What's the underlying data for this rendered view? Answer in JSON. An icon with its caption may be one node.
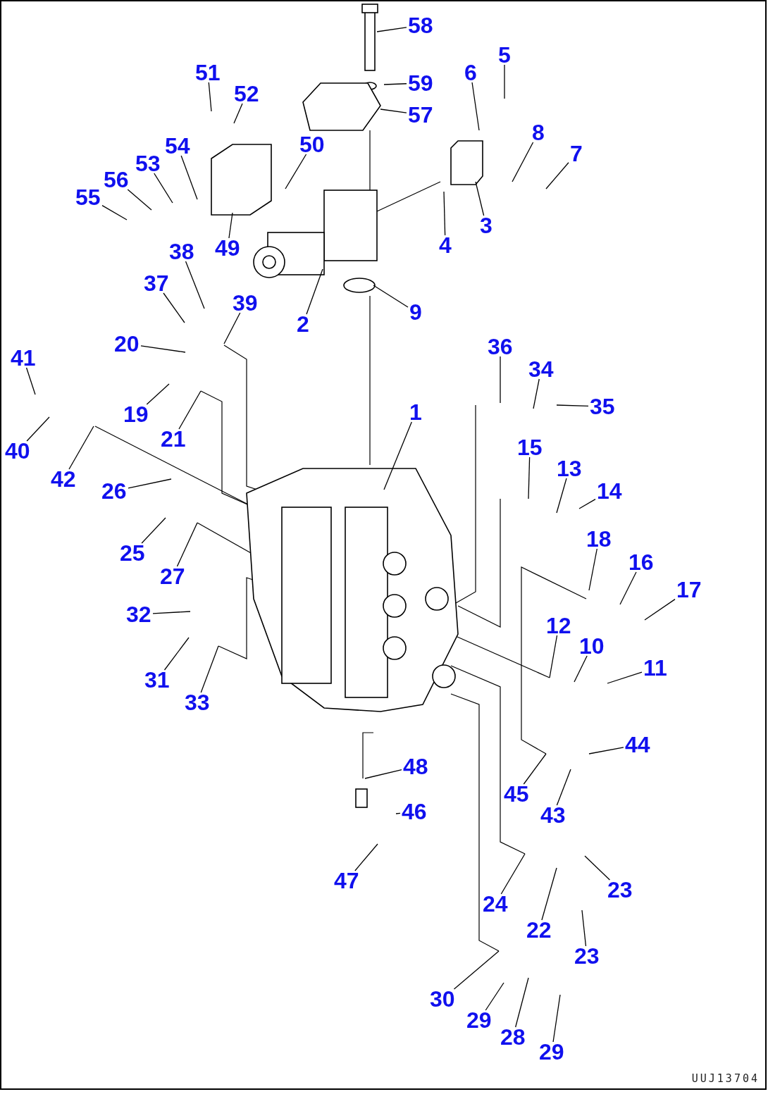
{
  "diagram": {
    "nodes": [
      {
        "text": [
          "58"
        ]
      },
      {
        "text": [
          "59"
        ]
      },
      {
        "text": [
          "57"
        ]
      },
      {
        "text": [
          "5"
        ]
      },
      {
        "text": [
          "6"
        ]
      },
      {
        "text": [
          "8"
        ]
      },
      {
        "text": [
          "7"
        ]
      },
      {
        "text": [
          "3"
        ]
      },
      {
        "text": [
          "4"
        ]
      },
      {
        "text": [
          "51"
        ]
      },
      {
        "text": [
          "52"
        ]
      },
      {
        "text": [
          "50"
        ]
      },
      {
        "text": [
          "54"
        ]
      },
      {
        "text": [
          "53"
        ]
      },
      {
        "text": [
          "56"
        ]
      },
      {
        "text": [
          "55"
        ]
      },
      {
        "text": [
          "49"
        ]
      },
      {
        "text": [
          "38"
        ]
      },
      {
        "text": [
          "37"
        ]
      },
      {
        "text": [
          "39"
        ]
      },
      {
        "text": [
          "2"
        ]
      },
      {
        "text": [
          "9"
        ]
      },
      {
        "text": [
          "20"
        ]
      },
      {
        "text": [
          "41"
        ]
      },
      {
        "text": [
          "19"
        ]
      },
      {
        "text": [
          "21"
        ]
      },
      {
        "text": [
          "36"
        ]
      },
      {
        "text": [
          "34"
        ]
      },
      {
        "text": [
          "35"
        ]
      },
      {
        "text": [
          "1"
        ]
      },
      {
        "text": [
          "40"
        ]
      },
      {
        "text": [
          "42"
        ]
      },
      {
        "text": [
          "15"
        ]
      },
      {
        "text": [
          "13"
        ]
      },
      {
        "text": [
          "14"
        ]
      },
      {
        "text": [
          "26"
        ]
      },
      {
        "text": [
          "25"
        ]
      },
      {
        "text": [
          "27"
        ]
      },
      {
        "text": [
          "18"
        ]
      },
      {
        "text": [
          "16"
        ]
      },
      {
        "text": [
          "17"
        ]
      },
      {
        "text": [
          "32"
        ]
      },
      {
        "text": [
          "12"
        ]
      },
      {
        "text": [
          "10"
        ]
      },
      {
        "text": [
          "11"
        ]
      },
      {
        "text": [
          "31"
        ]
      },
      {
        "text": [
          "33"
        ]
      },
      {
        "text": [
          "48"
        ]
      },
      {
        "text": [
          "44"
        ]
      },
      {
        "text": [
          "46"
        ]
      },
      {
        "text": [
          "45"
        ]
      },
      {
        "text": [
          "43"
        ]
      },
      {
        "text": [
          "47"
        ]
      },
      {
        "text": [
          "24"
        ]
      },
      {
        "text": [
          "23"
        ]
      },
      {
        "text": [
          "22"
        ]
      },
      {
        "text": [
          "23"
        ]
      },
      {
        "text": [
          "30"
        ]
      },
      {
        "text": [
          "29"
        ]
      },
      {
        "text": [
          "28"
        ]
      },
      {
        "text": [
          "29"
        ]
      }
    ],
    "edges": [
      {
        "from": 0,
        "to": null,
        "arrow": "none"
      },
      {
        "from": 1,
        "to": null,
        "arrow": "none"
      },
      {
        "from": 2,
        "to": null,
        "arrow": "none"
      },
      {
        "from": 3,
        "to": null,
        "arrow": "none"
      },
      {
        "from": 4,
        "to": null,
        "arrow": "none"
      },
      {
        "from": 5,
        "to": null,
        "arrow": "none"
      },
      {
        "from": 6,
        "to": null,
        "arrow": "none"
      },
      {
        "from": 7,
        "to": null,
        "arrow": "none"
      },
      {
        "from": 8,
        "to": null,
        "arrow": "none"
      },
      {
        "from": 9,
        "to": null,
        "arrow": "none"
      },
      {
        "from": 10,
        "to": null,
        "arrow": "none"
      },
      {
        "from": 11,
        "to": null,
        "arrow": "none"
      },
      {
        "from": 12,
        "to": null,
        "arrow": "none"
      },
      {
        "from": 13,
        "to": null,
        "arrow": "none"
      },
      {
        "from": 14,
        "to": null,
        "arrow": "none"
      },
      {
        "from": 15,
        "to": null,
        "arrow": "none"
      },
      {
        "from": 16,
        "to": null,
        "arrow": "none"
      },
      {
        "from": 17,
        "to": null,
        "arrow": "none"
      },
      {
        "from": 18,
        "to": null,
        "arrow": "none"
      },
      {
        "from": 19,
        "to": null,
        "arrow": "none"
      },
      {
        "from": 20,
        "to": null,
        "arrow": "none"
      },
      {
        "from": 21,
        "to": null,
        "arrow": "none"
      },
      {
        "from": 22,
        "to": null,
        "arrow": "none"
      },
      {
        "from": 23,
        "to": null,
        "arrow": "none"
      },
      {
        "from": 24,
        "to": null,
        "arrow": "none"
      },
      {
        "from": 25,
        "to": null,
        "arrow": "none"
      },
      {
        "from": 26,
        "to": null,
        "arrow": "none"
      },
      {
        "from": 27,
        "to": null,
        "arrow": "none"
      },
      {
        "from": 28,
        "to": null,
        "arrow": "none"
      },
      {
        "from": 29,
        "to": null,
        "arrow": "none"
      },
      {
        "from": 30,
        "to": null,
        "arrow": "none"
      },
      {
        "from": 31,
        "to": null,
        "arrow": "none"
      },
      {
        "from": 32,
        "to": null,
        "arrow": "none"
      },
      {
        "from": 33,
        "to": null,
        "arrow": "none"
      },
      {
        "from": 34,
        "to": null,
        "arrow": "none"
      },
      {
        "from": 35,
        "to": null,
        "arrow": "none"
      },
      {
        "from": 36,
        "to": null,
        "arrow": "none"
      },
      {
        "from": 37,
        "to": null,
        "arrow": "none"
      },
      {
        "from": 38,
        "to": null,
        "arrow": "none"
      },
      {
        "from": 39,
        "to": null,
        "arrow": "none"
      },
      {
        "from": 40,
        "to": null,
        "arrow": "none"
      },
      {
        "from": 41,
        "to": null,
        "arrow": "none"
      },
      {
        "from": 42,
        "to": null,
        "arrow": "none"
      },
      {
        "from": 43,
        "to": null,
        "arrow": "none"
      },
      {
        "from": 44,
        "to": null,
        "arrow": "none"
      },
      {
        "from": 45,
        "to": null,
        "arrow": "none"
      },
      {
        "from": 46,
        "to": null,
        "arrow": "none"
      },
      {
        "from": 47,
        "to": null,
        "arrow": "none"
      },
      {
        "from": 48,
        "to": null,
        "arrow": "none"
      },
      {
        "from": 49,
        "to": null,
        "arrow": "none"
      },
      {
        "from": 50,
        "to": null,
        "arrow": "none"
      },
      {
        "from": 51,
        "to": null,
        "arrow": "none"
      },
      {
        "from": 52,
        "to": null,
        "arrow": "none"
      },
      {
        "from": 53,
        "to": null,
        "arrow": "none"
      },
      {
        "from": 54,
        "to": null,
        "arrow": "none"
      },
      {
        "from": 55,
        "to": null,
        "arrow": "none"
      },
      {
        "from": 56,
        "to": null,
        "arrow": "none"
      },
      {
        "from": 57,
        "to": null,
        "arrow": "none"
      },
      {
        "from": 58,
        "to": null,
        "arrow": "none"
      },
      {
        "from": 59,
        "to": null,
        "arrow": "none"
      },
      {
        "from": 60,
        "to": null,
        "arrow": "none"
      }
    ],
    "labels": [
      "UUJ13704"
    ]
  }
}
